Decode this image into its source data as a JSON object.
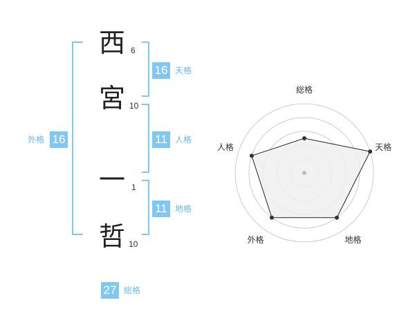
{
  "name": {
    "chars": [
      {
        "char": "西",
        "strokes": "6"
      },
      {
        "char": "宮",
        "strokes": "10"
      },
      {
        "char": "一",
        "strokes": "1"
      },
      {
        "char": "哲",
        "strokes": "10"
      }
    ]
  },
  "fortunes": {
    "tenkaku": {
      "value": "16",
      "label": "天格"
    },
    "jinkaku": {
      "value": "11",
      "label": "人格"
    },
    "chikaku": {
      "value": "11",
      "label": "地格"
    },
    "gaikaku": {
      "value": "16",
      "label": "外格"
    },
    "soukaku": {
      "value": "27",
      "label": "総格"
    }
  },
  "radar": {
    "axes": [
      "総格",
      "天格",
      "地格",
      "外格",
      "人格"
    ],
    "values": [
      2.5,
      5,
      4,
      4,
      4
    ],
    "max": 5,
    "fill_color": "#f0f0f0",
    "line_color": "#222222",
    "ring_color": "#cccccc"
  },
  "colors": {
    "accent": "#7ec8f2"
  }
}
